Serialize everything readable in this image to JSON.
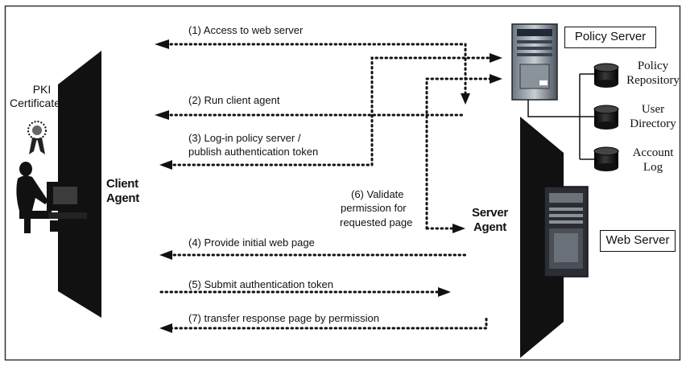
{
  "pki_label": [
    "PKI",
    "Certificate"
  ],
  "client_agent_label": [
    "Client",
    "Agent"
  ],
  "server_agent_label": [
    "Server",
    "Agent"
  ],
  "policy_server_label": "Policy Server",
  "web_server_label": "Web Server",
  "repositories": [
    {
      "lines": [
        "Policy",
        "Repository"
      ]
    },
    {
      "lines": [
        "User",
        "Directory"
      ]
    },
    {
      "lines": [
        "Account",
        "Log"
      ]
    }
  ],
  "steps": {
    "s1": "(1) Access to web server",
    "s2": "(2) Run client agent",
    "s3a": "(3) Log-in policy server /",
    "s3b": "publish authentication token",
    "s4": "(4) Provide initial web page",
    "s5": "(5) Submit authentication token",
    "s6a": "(6) Validate",
    "s6b": "permission for",
    "s6c": "requested page",
    "s7": "(7) transfer response page by permission"
  },
  "colors": {
    "ink": "#111111",
    "db": "#1a1a1a",
    "frame": "#333333"
  }
}
